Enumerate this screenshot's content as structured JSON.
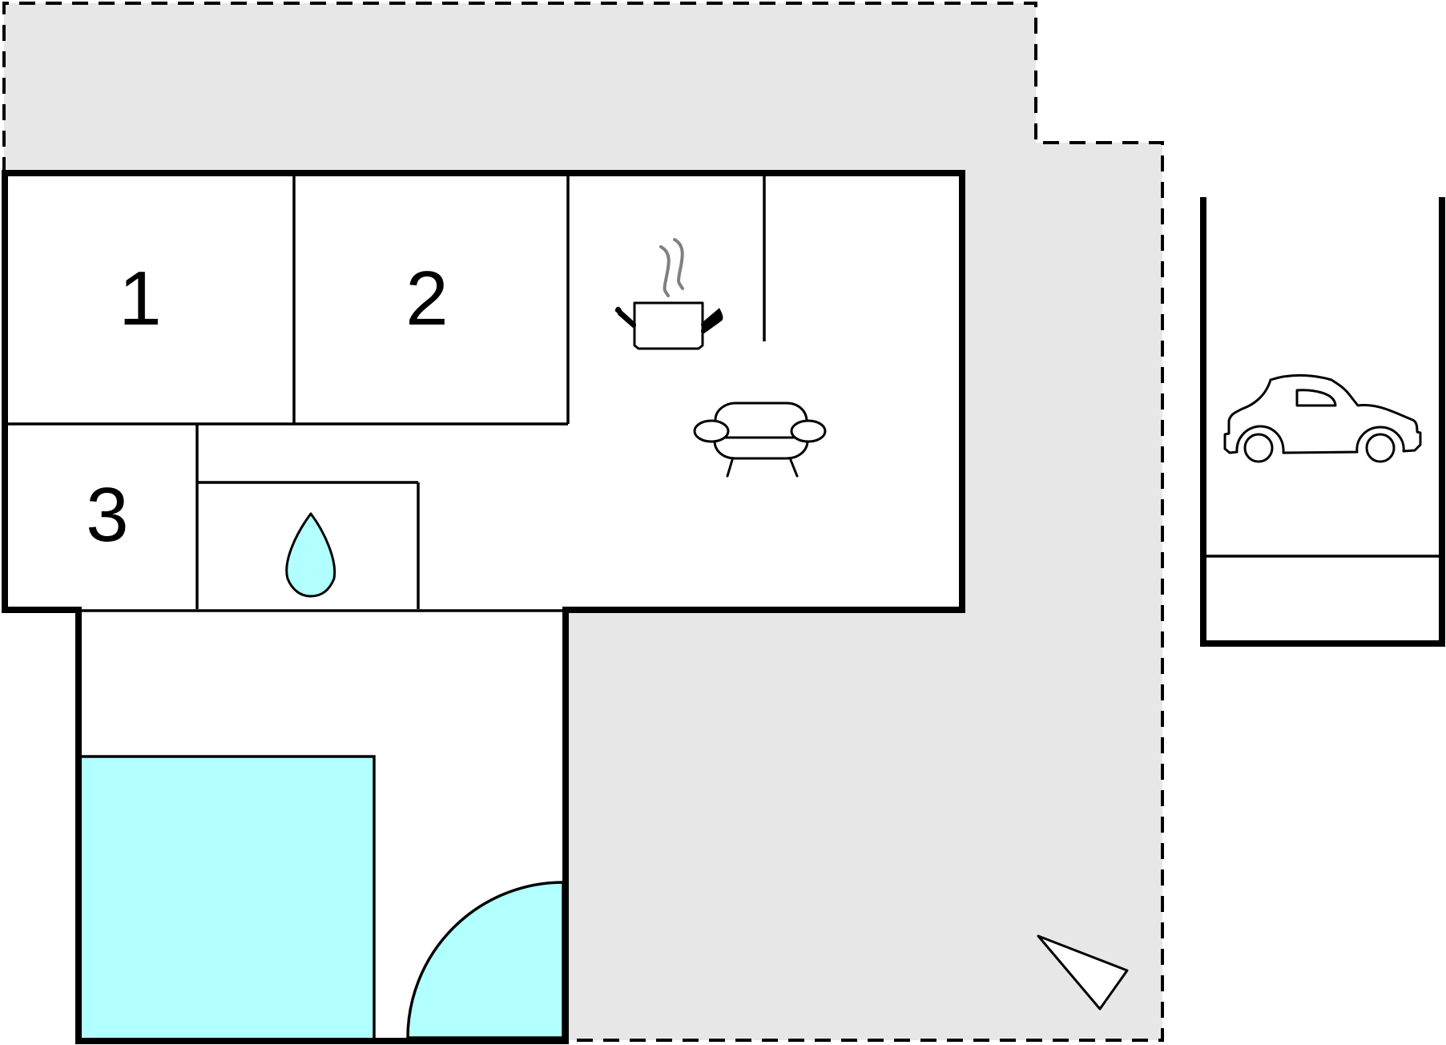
{
  "colors": {
    "background": "#ffffff",
    "outdoor_area": "#e7e7e7",
    "water": "#b1ffff",
    "wall": "#000000",
    "steam": "#808080"
  },
  "rooms": [
    {
      "label": "1"
    },
    {
      "label": "2"
    },
    {
      "label": "3"
    }
  ],
  "icons": [
    "cooking-pot-icon",
    "sofa-icon",
    "water-drop-icon",
    "car-icon",
    "north-arrow-icon"
  ]
}
